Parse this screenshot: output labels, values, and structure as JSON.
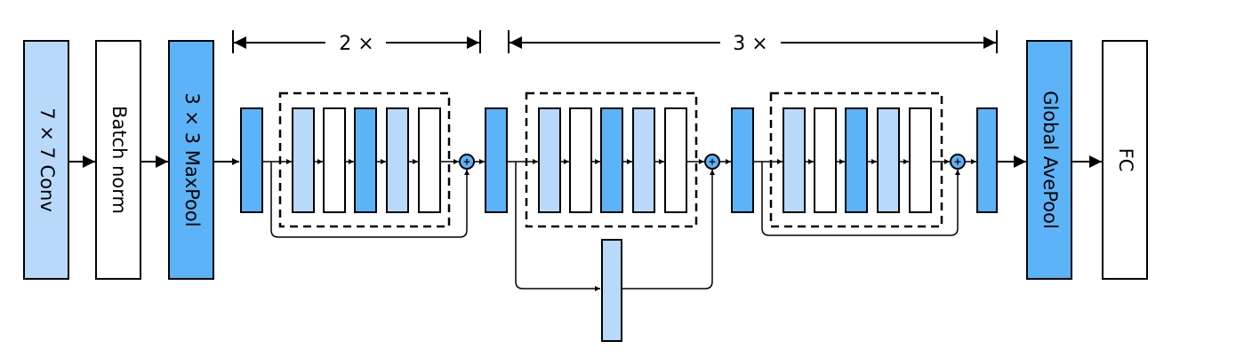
{
  "diagram": {
    "colors": {
      "light_blue": "#b9d9fb",
      "blue": "#5cb3f7",
      "white": "#ffffff",
      "stroke": "#000000"
    },
    "stages": [
      {
        "label": "7 × 7 Conv",
        "fill": "light_blue"
      },
      {
        "label": "Batch norm",
        "fill": "white"
      },
      {
        "label": "3 × 3 MaxPool",
        "fill": "blue"
      },
      {
        "label": "Global AvePool",
        "fill": "blue"
      },
      {
        "label": "FC",
        "fill": "white"
      }
    ],
    "repeats": [
      {
        "label": "2 ×"
      },
      {
        "label": "3 ×"
      }
    ],
    "block_pattern": [
      "light_blue",
      "white",
      "blue",
      "light_blue",
      "white"
    ],
    "plus_symbol": "+"
  }
}
